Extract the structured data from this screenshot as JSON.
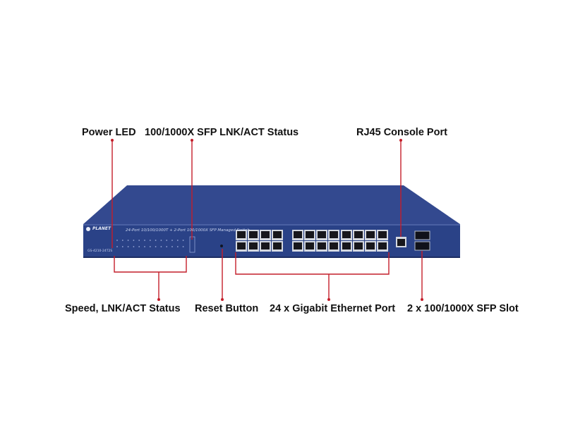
{
  "callouts": {
    "power_led": "Power LED",
    "sfp_status": "100/1000X SFP LNK/ACT Status",
    "console_port": "RJ45 Console Port",
    "speed_status": "Speed, LNK/ACT Status",
    "reset_button": "Reset Button",
    "ethernet_ports": "24 x Gigabit Ethernet Port",
    "sfp_slots": "2 x 100/1000X SFP Slot"
  },
  "device": {
    "brand": "PLANET",
    "front_label": "24-Port 10/100/1000T + 2-Port 100/1000X SFP Managed Switch",
    "model": "GS-4210-24T2S"
  },
  "colors": {
    "chassis_front": "#2a4287",
    "chassis_top": "#33498f",
    "leader_line": "#c41e2a",
    "port_frame": "#d4d8e0",
    "port_hole": "#17171c"
  }
}
